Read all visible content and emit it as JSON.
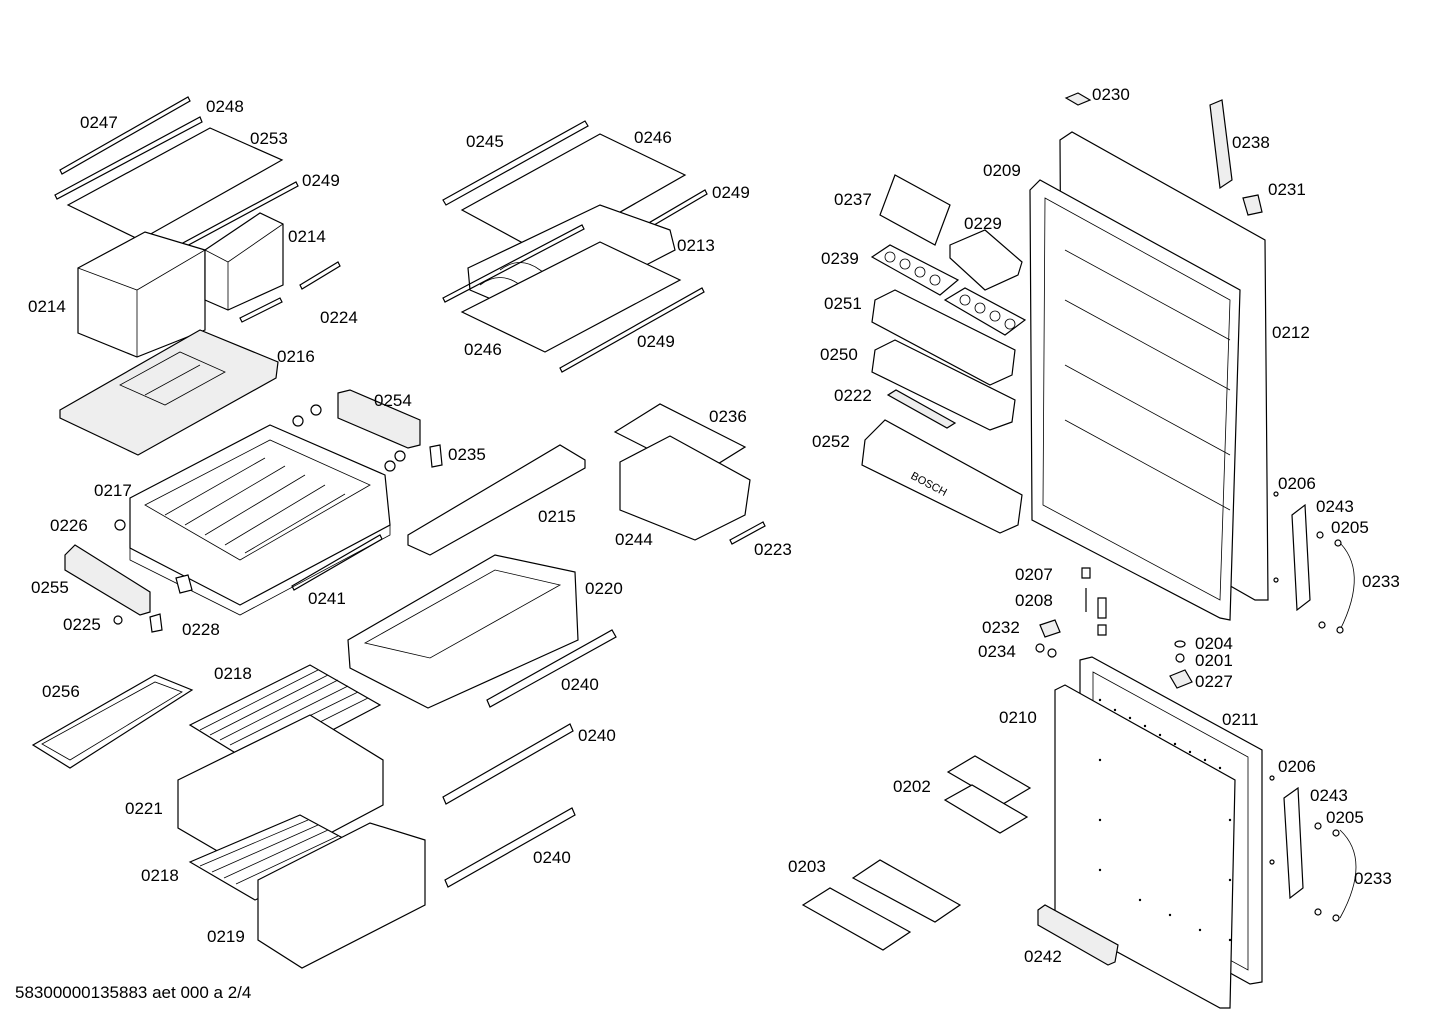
{
  "footer_text": "58300000135883 aet 000 a 2/4",
  "brand_on_part": "BOSCH",
  "part_labels": [
    "0247",
    "0248",
    "0253",
    "0249",
    "0214",
    "0214",
    "0224",
    "0216",
    "0245",
    "0246",
    "0249",
    "0213",
    "0246",
    "0249",
    "0254",
    "0235",
    "0217",
    "0226",
    "0255",
    "0225",
    "0228",
    "0241",
    "0215",
    "0236",
    "0244",
    "0223",
    "0220",
    "0240",
    "0240",
    "0240",
    "0256",
    "0218",
    "0221",
    "0218",
    "0219",
    "0230",
    "0238",
    "0209",
    "0231",
    "0237",
    "0229",
    "0239",
    "0251",
    "0212",
    "0250",
    "0222",
    "0252",
    "0206",
    "0243",
    "0205",
    "0233",
    "0207",
    "0208",
    "0232",
    "0234",
    "0204",
    "0201",
    "0227",
    "0210",
    "0211",
    "0206",
    "0243",
    "0205",
    "0233",
    "0202",
    "0203",
    "0242"
  ]
}
